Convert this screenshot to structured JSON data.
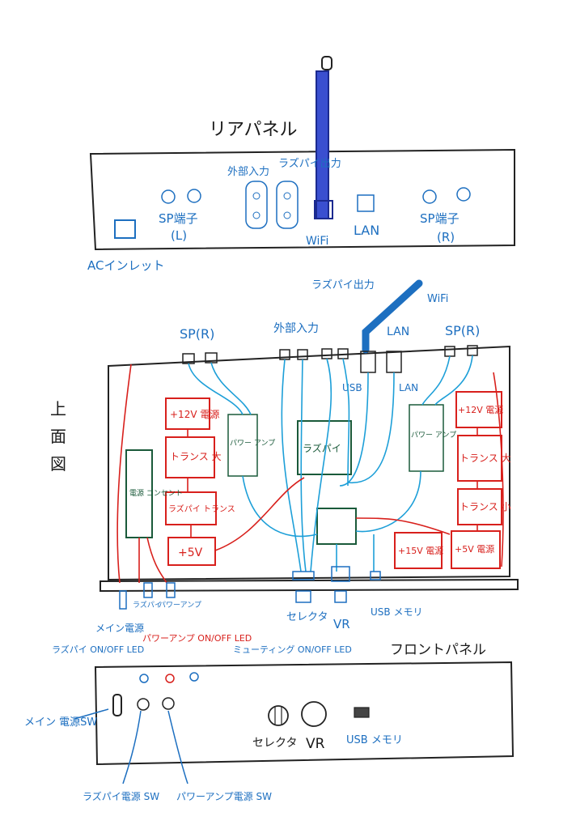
{
  "rear": {
    "title": "リアパネル",
    "external_in": "外部入力",
    "raspi_out": "ラズパイ出力",
    "sp_l": "SP端子",
    "sp_l_sub": "(L)",
    "wifi": "WiFi",
    "lan": "LAN",
    "sp_r": "SP端子",
    "sp_r_sub": "(R)",
    "ac_inlet": "ACインレット"
  },
  "top": {
    "title_1": "上",
    "title_2": "面",
    "title_3": "図",
    "raspi_out": "ラズパイ出力",
    "wifi": "WiFi",
    "external_in": "外部入力",
    "sp_r_left": "SP(R)",
    "sp_r_right": "SP(R)",
    "lan": "LAN",
    "usb": "USB",
    "lan2": "LAN",
    "psu_12v_left": "+12V 電源",
    "trans_big_left": "トランス 大",
    "raspi_trans": "ラズパイ トランス",
    "psu_5v_left": "+5V",
    "power_strip": "電源 コンセント",
    "power_amp_left": "パワー アンプ",
    "raspi": "ラズパイ",
    "power_amp_right": "パワー アンプ",
    "psu_12v_right": "+12V 電源",
    "trans_big_right": "トランス 大",
    "trans_small": "トランス 小",
    "psu_15v": "+15V 電源",
    "psu_5v_right": "+5V 電源",
    "label_raspi_sw": "ラズパイ",
    "label_amp_sw": "パワーアンプ",
    "main_power": "メイン電源",
    "selector": "セレクタ",
    "vr": "VR",
    "usb_memory": "USB メモリ"
  },
  "front": {
    "raspi_led": "ラズパイ ON/OFF LED",
    "amp_led": "パワーアンプ ON/OFF LED",
    "mute_led": "ミューティング ON/OFF LED",
    "title": "フロントパネル",
    "main_sw": "メイン 電源SW",
    "selector": "セレクタ",
    "vr": "VR",
    "usb_memory": "USB メモリ",
    "raspi_sw": "ラズパイ電源 SW",
    "amp_sw": "パワーアンプ電源 SW"
  }
}
